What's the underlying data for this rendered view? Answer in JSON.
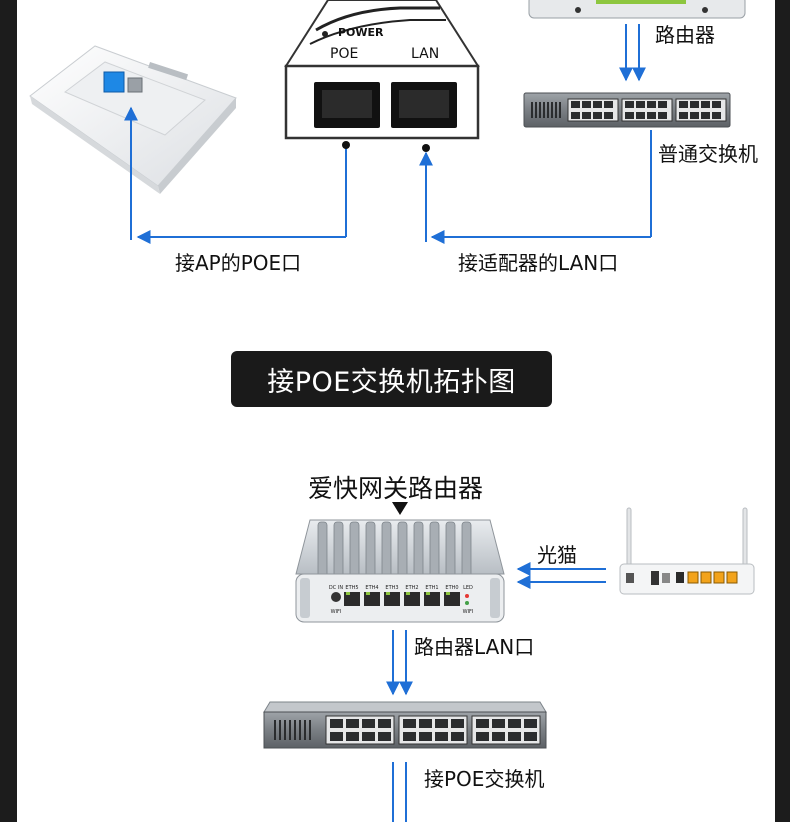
{
  "top_section": {
    "injector": {
      "power_label": "POWER",
      "poe_port_label": "POE",
      "lan_port_label": "LAN"
    },
    "router_label": "路由器",
    "switch_label": "普通交换机",
    "ap_poe_label": "接AP的POE口",
    "adapter_lan_label": "接适配器的LAN口"
  },
  "section_title": "接POE交换机拓扑图",
  "bottom_section": {
    "router_title": "爱快网关路由器",
    "router_ports": [
      "DC IN",
      "ETH5",
      "ETH4",
      "ETH3",
      "ETH2",
      "ETH1",
      "ETH0",
      "LED"
    ],
    "router_small": [
      "WIFI",
      "WIFI"
    ],
    "modem_label": "光猫",
    "router_lan_label": "路由器LAN口",
    "poe_switch_label": "接POE交换机"
  },
  "colors": {
    "arrow_blue": "#1f6fd6",
    "dark_strip": "#1c1c1c",
    "port_orange": "#f2a31b",
    "ap_port_blue": "#1e88e5"
  }
}
